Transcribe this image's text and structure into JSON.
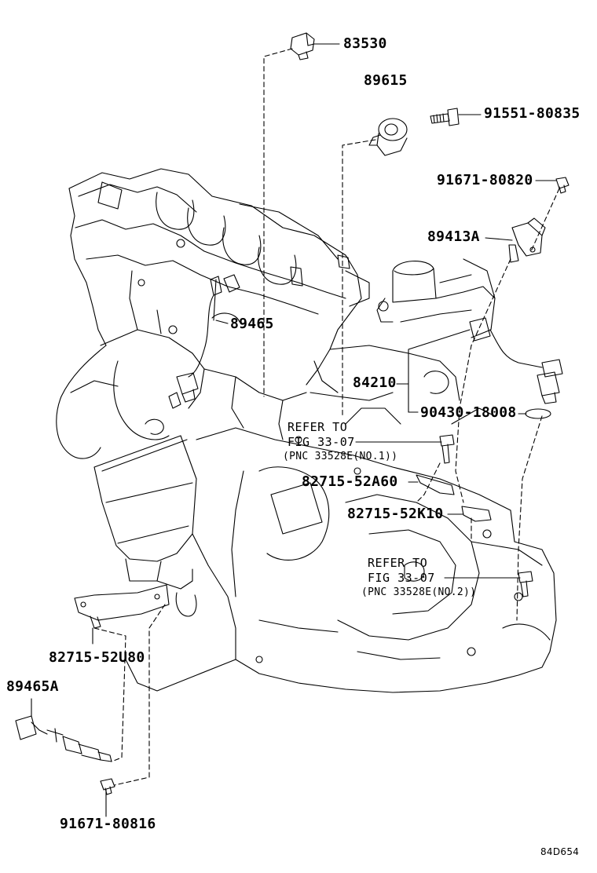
{
  "parts": {
    "p83530": "83530",
    "p89615": "89615",
    "p91551_80835": "91551-80835",
    "p91671_80820": "91671-80820",
    "p89413A": "89413A",
    "p89465": "89465",
    "p84210": "84210",
    "p90430_18008": "90430-18008",
    "p82715_52A60": "82715-52A60",
    "p82715_52K10": "82715-52K10",
    "p82715_52U80": "82715-52U80",
    "p89465A": "89465A",
    "p91671_80816": "91671-80816"
  },
  "references": [
    {
      "line1": "REFER TO",
      "line2": "FIG 33-07",
      "line3": "(PNC 33528E(NO.1))"
    },
    {
      "line1": "REFER TO",
      "line2": "FIG 33-07",
      "line3": "(PNC 33528E(NO.2))"
    }
  ],
  "drawing_code": "84D654"
}
